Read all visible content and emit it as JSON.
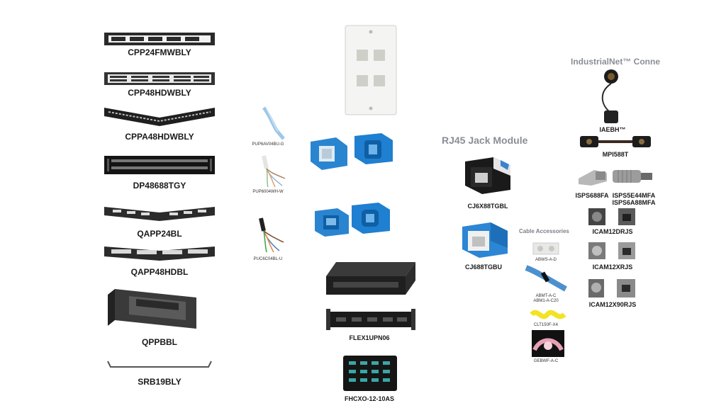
{
  "sections": {
    "industrial": "IndustrialNet™ Conne",
    "rj45": "RJ45 Jack Module",
    "cable_accessories": "Cable Accessories"
  },
  "products": {
    "cpp24": "CPP24FMWBLY",
    "cpp48": "CPP48HDWBLY",
    "cppa48": "CPPA48HDWBLY",
    "dp48": "DP48688TGY",
    "qapp24": "QAPP24BL",
    "qapp48": "QAPP48HDBL",
    "qppbbl": "QPPBBL",
    "srb19": "SRB19BLY",
    "cable_blue": "PUP6AV04BU-G",
    "cable_white": "PUP6004WH-W",
    "cable_black": "PUC6C04BL-U",
    "flex1": "FLEX1UPN06",
    "fhcxo": "FHCXO-12-10AS",
    "cj6x": "CJ6X88TGBL",
    "cj688": "CJ688TGBU",
    "abws": "ABWS-A-D",
    "abmt": "ABMT-A-C",
    "abmt2": "ABM1-A-C20",
    "clt": "CLT150F-X4",
    "gebwf": "GEBWF-A-C",
    "iaebh": "IAEBH™",
    "mpi": "MPI588T",
    "isps688": "ISPS688FA",
    "isps5e": "ISPS5E44MFA",
    "isps6a": "ISPS6A88MFA",
    "icam12d": "ICAM12DRJS",
    "icam12x": "ICAM12XRJS",
    "icam12x90": "ICAM12X90RJS"
  }
}
